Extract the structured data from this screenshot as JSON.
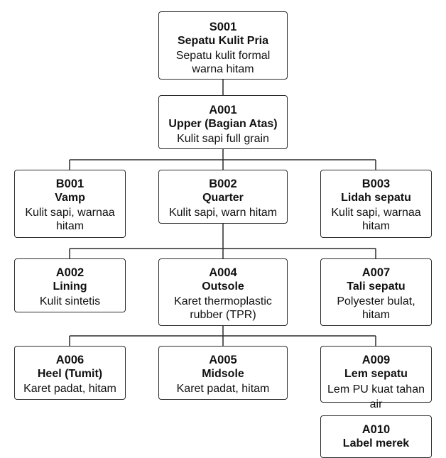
{
  "nodes": {
    "S001": {
      "code": "S001",
      "name": "Sepatu Kulit Pria",
      "desc": "Sepatu kulit formal warna hitam"
    },
    "A001": {
      "code": "A001",
      "name": "Upper (Bagian Atas)",
      "desc": "Kulit sapi full grain"
    },
    "B001": {
      "code": "B001",
      "name": "Vamp",
      "desc": "Kulit sapi, warnaa hitam"
    },
    "B002": {
      "code": "B002",
      "name": "Quarter",
      "desc": "Kulit sapi, warn hitam"
    },
    "B003": {
      "code": "B003",
      "name": "Lidah sepatu",
      "desc": "Kulit sapi, warnaa hitam"
    },
    "A002": {
      "code": "A002",
      "name": "Lining",
      "desc": "Kulit sintetis"
    },
    "A004": {
      "code": "A004",
      "name": "Outsole",
      "desc": "Karet thermoplastic rubber (TPR)"
    },
    "A007": {
      "code": "A007",
      "name": "Tali sepatu",
      "desc": "Polyester bulat, hitam"
    },
    "A006": {
      "code": "A006",
      "name": "Heel (Tumit)",
      "desc": "Karet padat, hitam"
    },
    "A005": {
      "code": "A005",
      "name": "Midsole",
      "desc": "Karet padat, hitam"
    },
    "A009": {
      "code": "A009",
      "name": "Lem sepatu",
      "desc": "Lem PU kuat tahan air"
    },
    "A010": {
      "code": "A010",
      "name": "Label merek",
      "desc": ""
    }
  },
  "edges": [
    [
      "S001",
      "A001"
    ],
    [
      "A001",
      "B001"
    ],
    [
      "A001",
      "B002"
    ],
    [
      "A001",
      "B003"
    ],
    [
      "B002",
      "A002"
    ],
    [
      "B002",
      "A004"
    ],
    [
      "B002",
      "A007"
    ],
    [
      "A004",
      "A006"
    ],
    [
      "A004",
      "A005"
    ],
    [
      "A004",
      "A009"
    ]
  ],
  "style": {
    "line_color": "#2b2b2b",
    "box_border": "#2b2b2b"
  }
}
